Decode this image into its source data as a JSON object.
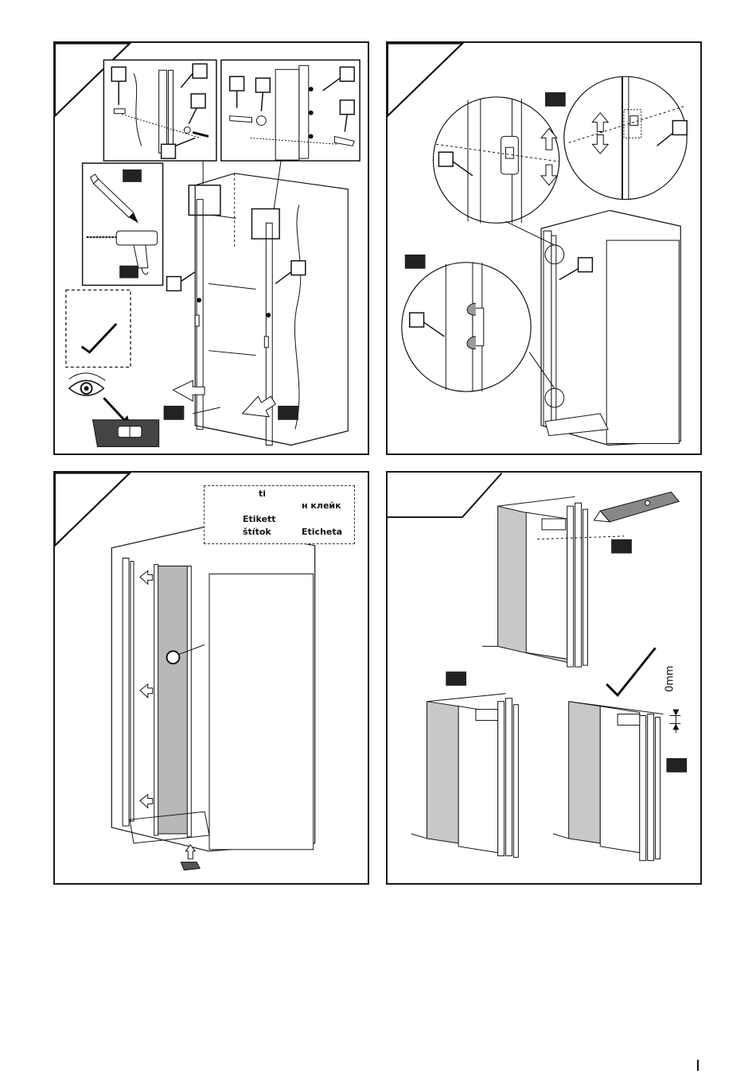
{
  "label_box": {
    "line1": "ti",
    "line2": "н  клейк",
    "line3": "Etikett",
    "line4_left": "štítok",
    "line4_right": "Eticheta"
  },
  "gap_label": "0mm",
  "page_marker": "|",
  "icons": [
    "pencil-icon",
    "drill-icon",
    "eye-icon",
    "spirit-level-icon",
    "checkmark-icon",
    "utility-knife-icon",
    "arrow-icon"
  ],
  "colors": {
    "ink": "#1a1a1a",
    "marker": "#222222",
    "glass": "#b8b8b8",
    "wall_shade": "#c8c8c8"
  }
}
